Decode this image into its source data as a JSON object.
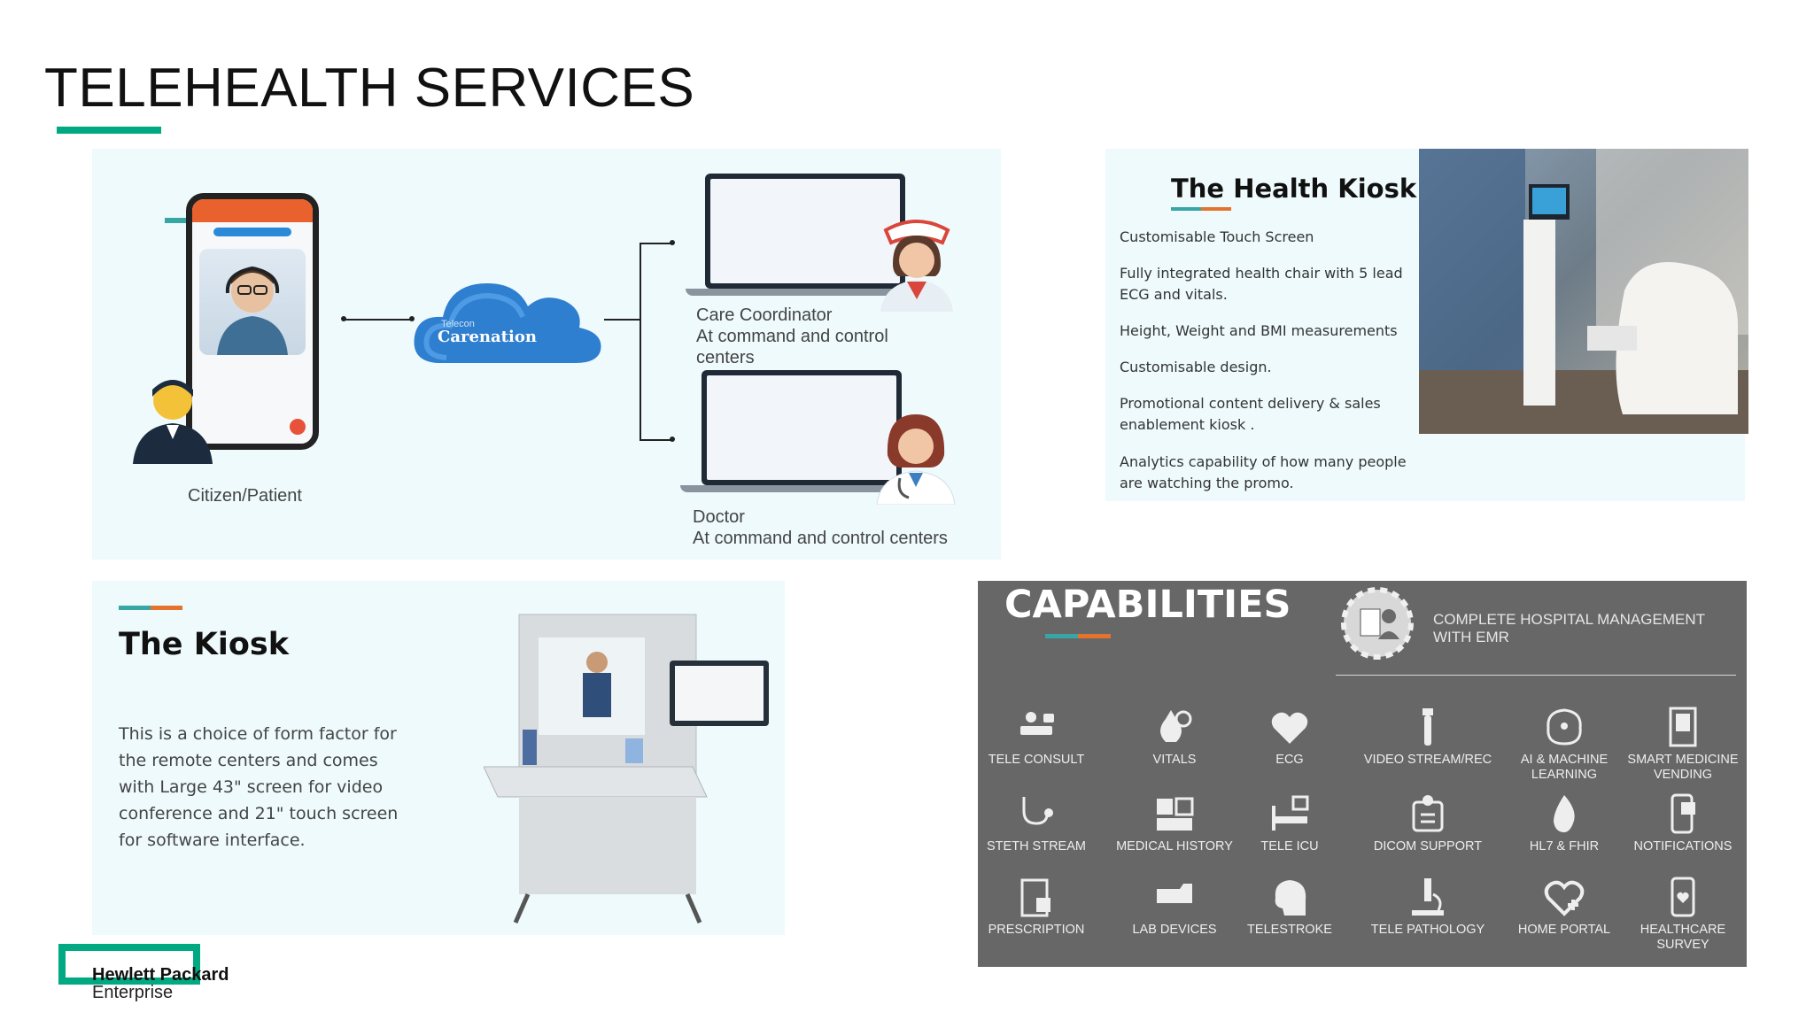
{
  "page": {
    "title": "TELEHEALTH SERVICES"
  },
  "telehealth": {
    "patient_label": "Citizen/Patient",
    "cloud_small_text": "Telecon",
    "cloud_label": "Carenation",
    "care_coordinator": {
      "title": "Care Coordinator",
      "subtitle": "At command and control centers"
    },
    "doctor": {
      "title": "Doctor",
      "subtitle": "At command and control centers"
    }
  },
  "health_kiosk": {
    "title": "The Health Kiosk",
    "items": [
      "Customisable Touch Screen",
      "Fully integrated health chair with 5 lead ECG and vitals.",
      "Height, Weight and BMI measurements",
      "Customisable design.",
      "Promotional content delivery & sales enablement kiosk .",
      "Analytics capability of how many people are watching the promo."
    ]
  },
  "kiosk": {
    "title": "The Kiosk",
    "description": "This is a choice of form factor for the remote centers and comes with Large 43\" screen for video conference and 21\" touch screen for software interface."
  },
  "capabilities": {
    "title": "CAPABILITIES",
    "headline": "COMPLETE HOSPITAL MANAGEMENT WITH EMR",
    "items": [
      {
        "label": "TELE CONSULT",
        "icon": "doctor-desk-icon"
      },
      {
        "label": "VITALS",
        "icon": "vitals-gauge-icon"
      },
      {
        "label": "ECG",
        "icon": "heart-ecg-icon"
      },
      {
        "label": "VIDEO STREAM/REC",
        "icon": "camera-pen-icon"
      },
      {
        "label": "AI & MACHINE LEARNING",
        "icon": "brain-circuit-icon"
      },
      {
        "label": "SMART MEDICINE VENDING",
        "icon": "vending-machine-icon"
      },
      {
        "label": "STETH STREAM",
        "icon": "stethoscope-icon"
      },
      {
        "label": "MEDICAL HISTORY",
        "icon": "medical-history-icon"
      },
      {
        "label": "TELE ICU",
        "icon": "icu-bed-icon"
      },
      {
        "label": "DICOM SUPPORT",
        "icon": "xray-icon"
      },
      {
        "label": "HL7 & FHIR",
        "icon": "flame-icon"
      },
      {
        "label": "NOTIFICATIONS",
        "icon": "phone-notification-icon"
      },
      {
        "label": "PRESCRIPTION",
        "icon": "prescription-icon"
      },
      {
        "label": "LAB DEVICES",
        "icon": "lab-device-icon"
      },
      {
        "label": "TELESTROKE",
        "icon": "brain-head-icon"
      },
      {
        "label": "TELE PATHOLOGY",
        "icon": "microscope-icon"
      },
      {
        "label": "HOME PORTAL",
        "icon": "heart-plus-icon"
      },
      {
        "label": "HEALTHCARE SURVEY",
        "icon": "phone-heart-icon"
      }
    ]
  },
  "logo": {
    "name": "Hewlett Packard",
    "sub": "Enterprise"
  },
  "colors": {
    "accent_green": "#01a982",
    "teal": "#37a6a4",
    "orange": "#e4732e",
    "panel": "#eefafc",
    "capabilities_bg": "#676767"
  }
}
